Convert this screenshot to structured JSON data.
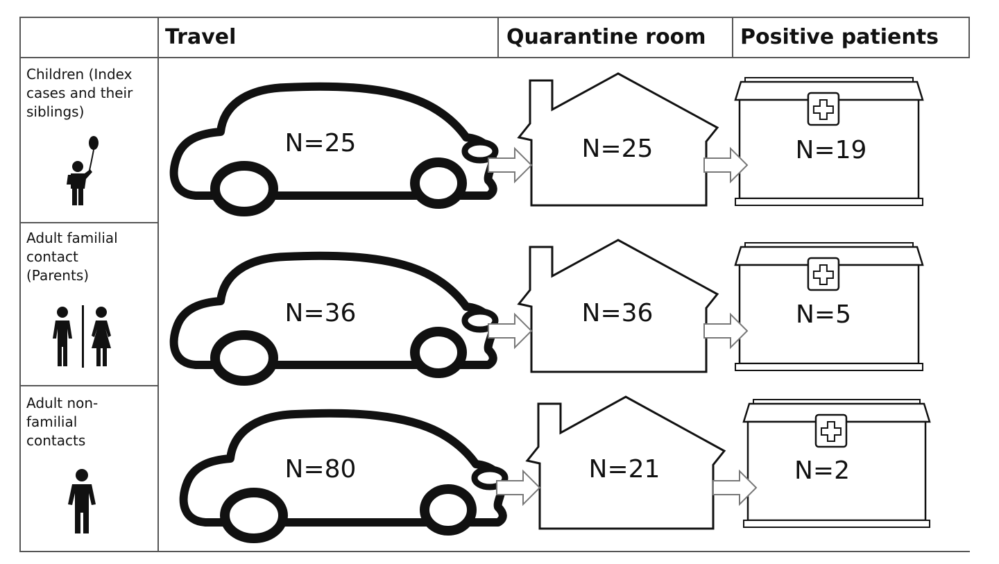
{
  "headers": {
    "travel": "Travel",
    "quarantine": "Quarantine room",
    "positive": "Positive patients"
  },
  "rows": [
    {
      "label": "Children (Index\ncases and their\nsiblings)",
      "icon": "child-with-balloon-icon",
      "travel": "N=25",
      "quarantine": "N=25",
      "positive": "N=19"
    },
    {
      "label": "Adult familial\ncontact\n(Parents)",
      "icon": "man-woman-icon",
      "travel": "N=36",
      "quarantine": "N=36",
      "positive": "N=5"
    },
    {
      "label": "Adult non-\nfamilial\ncontacts",
      "icon": "person-icon",
      "travel": "N=80",
      "quarantine": "N=21",
      "positive": "N=2"
    }
  ]
}
